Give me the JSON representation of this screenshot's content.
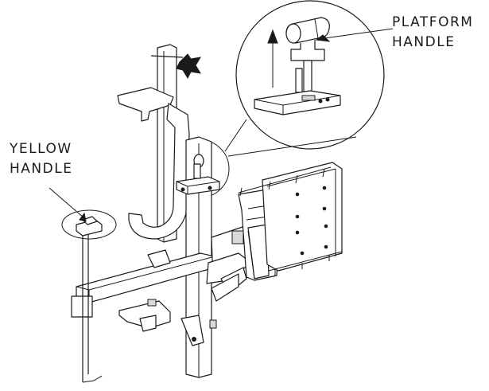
{
  "callouts": {
    "platform_handle": {
      "line1": "PLATFORM",
      "line2": "HANDLE"
    },
    "yellow_handle": {
      "line1": "YELLOW",
      "line2": "HANDLE"
    }
  },
  "icons": {
    "lift_arrow": "up-arrow-icon",
    "knob": "star-knob-icon"
  },
  "colors": {
    "line": "#1a1a1a",
    "background": "#ffffff"
  }
}
